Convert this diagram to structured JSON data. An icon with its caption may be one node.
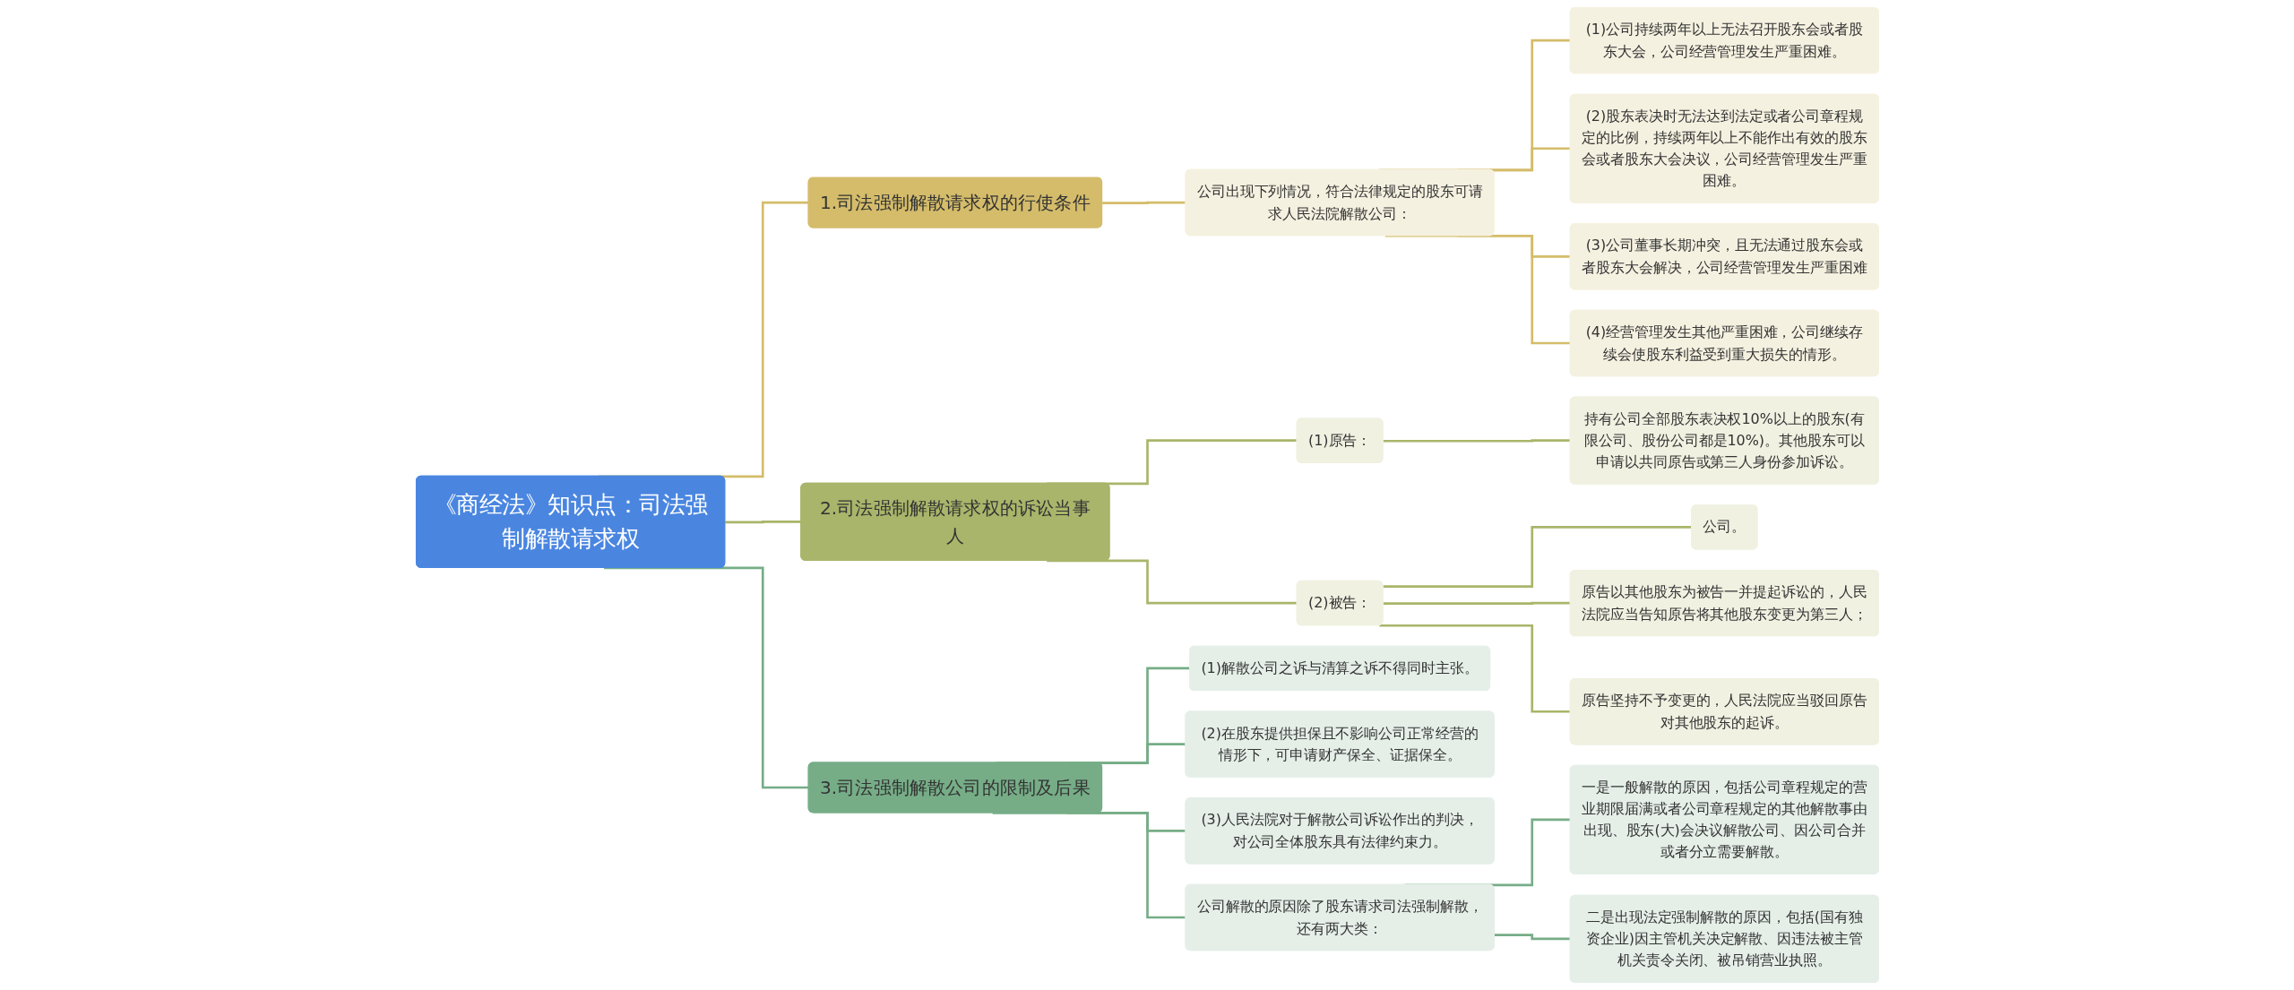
{
  "diagram": {
    "nodes": [
      {
        "text": [
          "《商经法》知识点：司法强制解散请求权"
        ]
      },
      {
        "text": [
          "1.司法强制解散请求权的行使条件"
        ]
      },
      {
        "text": [
          "公司出现下列情况，符合法律规定的股东可请求人民法院解散公司："
        ]
      },
      {
        "text": [
          "(1)公司持续两年以上无法召开股东会或者股东大会，公司经营管理发生严重困难。"
        ]
      },
      {
        "text": [
          "(2)股东表决时无法达到法定或者公司章程规定的比例，持续两年以上不能作出有效的股东会或者股东大会决议，公司经营管理发生严重困难。"
        ]
      },
      {
        "text": [
          "(3)公司董事长期冲突，且无法通过股东会或者股东大会解决，公司经营管理发生严重困难"
        ]
      },
      {
        "text": [
          "(4)经营管理发生其他严重困难，公司继续存续会使股东利益受到重大损失的情形。"
        ]
      },
      {
        "text": [
          "2.司法强制解散请求权的诉讼当事人"
        ]
      },
      {
        "text": [
          "(1)原告："
        ]
      },
      {
        "text": [
          "持有公司全部股东表决权10%以上的股东(有限公司、股份公司都是10%)。其他股东可以申请以共同原告或第三人身份参加诉讼。"
        ]
      },
      {
        "text": [
          "(2)被告："
        ]
      },
      {
        "text": [
          "公司。"
        ]
      },
      {
        "text": [
          "原告以其他股东为被告一并提起诉讼的，人民法院应当告知原告将其他股东变更为第三人；"
        ]
      },
      {
        "text": [
          "原告坚持不予变更的，人民法院应当驳回原告对其他股东的起诉。"
        ]
      },
      {
        "text": [
          "3.司法强制解散公司的限制及后果"
        ]
      },
      {
        "text": [
          "(1)解散公司之诉与清算之诉不得同时主张。"
        ]
      },
      {
        "text": [
          "(2)在股东提供担保且不影响公司正常经营的情形下，可申请财产保全、证据保全。"
        ]
      },
      {
        "text": [
          "(3)人民法院对于解散公司诉讼作出的判决，对公司全体股东具有法律约束力。"
        ]
      },
      {
        "text": [
          "公司解散的原因除了股东请求司法强制解散，还有两大类："
        ]
      },
      {
        "text": [
          "一是一般解散的原因，包括公司章程规定的营业期限届满或者公司章程规定的其他解散事由出现、股东(大)会决议解散公司、因公司合并或者分立需要解散。"
        ]
      },
      {
        "text": [
          "二是出现法定强制解散的原因，包括(国有独资企业)因主管机关决定解散、因违法被主管机关责令关闭、被吊销营业执照。"
        ]
      }
    ],
    "edges": [
      {
        "from": 0,
        "to": 1,
        "arrow": "none",
        "color": "#d4bc6a"
      },
      {
        "from": 1,
        "to": 2,
        "arrow": "none",
        "color": "#d4bc6a"
      },
      {
        "from": 2,
        "to": 3,
        "arrow": "none",
        "color": "#d4bc6a"
      },
      {
        "from": 2,
        "to": 4,
        "arrow": "none",
        "color": "#d4bc6a"
      },
      {
        "from": 2,
        "to": 5,
        "arrow": "none",
        "color": "#d4bc6a"
      },
      {
        "from": 2,
        "to": 6,
        "arrow": "none",
        "color": "#d4bc6a"
      },
      {
        "from": 0,
        "to": 7,
        "arrow": "none",
        "color": "#a9b56a"
      },
      {
        "from": 7,
        "to": 8,
        "arrow": "none",
        "color": "#a9b56a"
      },
      {
        "from": 8,
        "to": 9,
        "arrow": "none",
        "color": "#a9b56a"
      },
      {
        "from": 7,
        "to": 10,
        "arrow": "none",
        "color": "#a9b56a"
      },
      {
        "from": 10,
        "to": 11,
        "arrow": "none",
        "color": "#a9b56a"
      },
      {
        "from": 10,
        "to": 12,
        "arrow": "none",
        "color": "#a9b56a"
      },
      {
        "from": 10,
        "to": 13,
        "arrow": "none",
        "color": "#a9b56a"
      },
      {
        "from": 0,
        "to": 14,
        "arrow": "none",
        "color": "#76ad87"
      },
      {
        "from": 14,
        "to": 15,
        "arrow": "none",
        "color": "#76ad87"
      },
      {
        "from": 14,
        "to": 16,
        "arrow": "none",
        "color": "#76ad87"
      },
      {
        "from": 14,
        "to": 17,
        "arrow": "none",
        "color": "#76ad87"
      },
      {
        "from": 14,
        "to": 18,
        "arrow": "none",
        "color": "#76ad87"
      },
      {
        "from": 18,
        "to": 19,
        "arrow": "none",
        "color": "#76ad87"
      },
      {
        "from": 18,
        "to": 20,
        "arrow": "none",
        "color": "#76ad87"
      }
    ]
  }
}
